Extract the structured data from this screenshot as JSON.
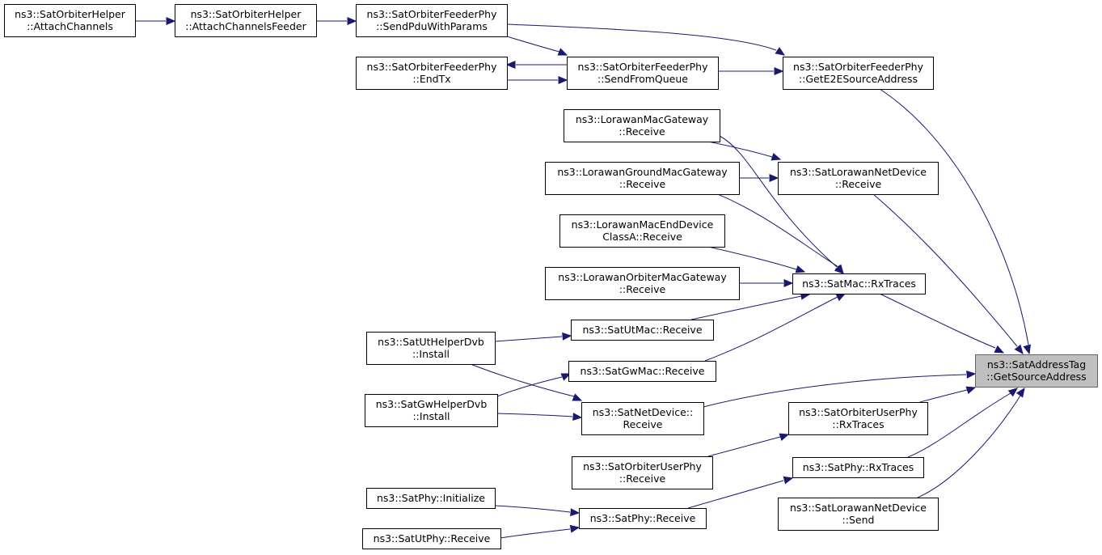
{
  "title": "",
  "nodes": [
    {
      "id": "attachChannels",
      "lines": [
        "ns3::SatOrbiterHelper",
        "::AttachChannels"
      ]
    },
    {
      "id": "attachChannelsFeeder",
      "lines": [
        "ns3::SatOrbiterHelper",
        "::AttachChannelsFeeder"
      ]
    },
    {
      "id": "sendPduWithParams",
      "lines": [
        "ns3::SatOrbiterFeederPhy",
        "::SendPduWithParams"
      ]
    },
    {
      "id": "endTx",
      "lines": [
        "ns3::SatOrbiterFeederPhy",
        "::EndTx"
      ]
    },
    {
      "id": "sendFromQueue",
      "lines": [
        "ns3::SatOrbiterFeederPhy",
        "::SendFromQueue"
      ]
    },
    {
      "id": "getE2ESourceAddress",
      "lines": [
        "ns3::SatOrbiterFeederPhy",
        "::GetE2ESourceAddress"
      ]
    },
    {
      "id": "lorawanMacGatewayReceive",
      "lines": [
        "ns3::LorawanMacGateway",
        "::Receive"
      ]
    },
    {
      "id": "lorawanGroundMacGatewayReceive",
      "lines": [
        "ns3::LorawanGroundMacGateway",
        "::Receive"
      ]
    },
    {
      "id": "satLorawanNetDeviceReceive",
      "lines": [
        "ns3::SatLorawanNetDevice",
        "::Receive"
      ]
    },
    {
      "id": "lorawanMacEndDeviceReceive",
      "lines": [
        "ns3::LorawanMacEndDevice",
        "ClassA::Receive"
      ]
    },
    {
      "id": "lorawanOrbiterMacGatewayReceive",
      "lines": [
        "ns3::LorawanOrbiterMacGateway",
        "::Receive"
      ]
    },
    {
      "id": "satMacRxTraces",
      "lines": [
        "ns3::SatMac::RxTraces"
      ]
    },
    {
      "id": "satUtHelperDvbInstall",
      "lines": [
        "ns3::SatUtHelperDvb",
        "::Install"
      ]
    },
    {
      "id": "satUtMacReceive",
      "lines": [
        "ns3::SatUtMac::Receive"
      ]
    },
    {
      "id": "satGwMacReceive",
      "lines": [
        "ns3::SatGwMac::Receive"
      ]
    },
    {
      "id": "satGwHelperDvbInstall",
      "lines": [
        "ns3::SatGwHelperDvb",
        "::Install"
      ]
    },
    {
      "id": "satNetDeviceReceive",
      "lines": [
        "ns3::SatNetDevice::",
        "Receive"
      ]
    },
    {
      "id": "getSourceAddress",
      "lines": [
        "ns3::SatAddressTag",
        "::GetSourceAddress"
      ],
      "focus": true
    },
    {
      "id": "satOrbiterUserPhyRxTraces",
      "lines": [
        "ns3::SatOrbiterUserPhy",
        "::RxTraces"
      ]
    },
    {
      "id": "satOrbiterUserPhyReceive",
      "lines": [
        "ns3::SatOrbiterUserPhy",
        "::Receive"
      ]
    },
    {
      "id": "satPhyRxTraces",
      "lines": [
        "ns3::SatPhy::RxTraces"
      ]
    },
    {
      "id": "satPhyInitialize",
      "lines": [
        "ns3::SatPhy::Initialize"
      ]
    },
    {
      "id": "satPhyReceive",
      "lines": [
        "ns3::SatPhy::Receive"
      ]
    },
    {
      "id": "satLorawanNetDeviceSend",
      "lines": [
        "ns3::SatLorawanNetDevice",
        "::Send"
      ]
    },
    {
      "id": "satUtPhyReceive",
      "lines": [
        "ns3::SatUtPhy::Receive"
      ]
    }
  ],
  "edges": [
    {
      "from": "attachChannels",
      "to": "attachChannelsFeeder"
    },
    {
      "from": "attachChannelsFeeder",
      "to": "sendPduWithParams"
    },
    {
      "from": "sendPduWithParams",
      "to": "getE2ESourceAddress"
    },
    {
      "from": "sendPduWithParams",
      "to": "sendFromQueue"
    },
    {
      "from": "sendFromQueue",
      "to": "endTx"
    },
    {
      "from": "endTx",
      "to": "sendFromQueue"
    },
    {
      "from": "sendFromQueue",
      "to": "getE2ESourceAddress"
    },
    {
      "from": "getE2ESourceAddress",
      "to": "getSourceAddress"
    },
    {
      "from": "lorawanMacGatewayReceive",
      "to": "satLorawanNetDeviceReceive"
    },
    {
      "from": "lorawanGroundMacGatewayReceive",
      "to": "satLorawanNetDeviceReceive"
    },
    {
      "from": "satLorawanNetDeviceReceive",
      "to": "getSourceAddress"
    },
    {
      "from": "lorawanMacGatewayReceive",
      "to": "satMacRxTraces"
    },
    {
      "from": "lorawanGroundMacGatewayReceive",
      "to": "satMacRxTraces"
    },
    {
      "from": "lorawanMacEndDeviceReceive",
      "to": "satMacRxTraces"
    },
    {
      "from": "lorawanOrbiterMacGatewayReceive",
      "to": "satMacRxTraces"
    },
    {
      "from": "satUtMacReceive",
      "to": "satMacRxTraces"
    },
    {
      "from": "satGwMacReceive",
      "to": "satMacRxTraces"
    },
    {
      "from": "satMacRxTraces",
      "to": "getSourceAddress"
    },
    {
      "from": "satUtHelperDvbInstall",
      "to": "satUtMacReceive"
    },
    {
      "from": "satUtHelperDvbInstall",
      "to": "satNetDeviceReceive"
    },
    {
      "from": "satGwHelperDvbInstall",
      "to": "satGwMacReceive"
    },
    {
      "from": "satGwHelperDvbInstall",
      "to": "satNetDeviceReceive"
    },
    {
      "from": "satNetDeviceReceive",
      "to": "getSourceAddress"
    },
    {
      "from": "satOrbiterUserPhyRxTraces",
      "to": "getSourceAddress"
    },
    {
      "from": "satOrbiterUserPhyReceive",
      "to": "satOrbiterUserPhyRxTraces"
    },
    {
      "from": "satPhyRxTraces",
      "to": "getSourceAddress"
    },
    {
      "from": "satPhyReceive",
      "to": "satPhyRxTraces"
    },
    {
      "from": "satPhyInitialize",
      "to": "satPhyReceive"
    },
    {
      "from": "satUtPhyReceive",
      "to": "satPhyReceive"
    },
    {
      "from": "satLorawanNetDeviceSend",
      "to": "getSourceAddress"
    }
  ],
  "colors": {
    "edge": "#191970",
    "focus_fill": "#bfbfbf",
    "node_fill": "#ffffff",
    "border": "#000000"
  }
}
